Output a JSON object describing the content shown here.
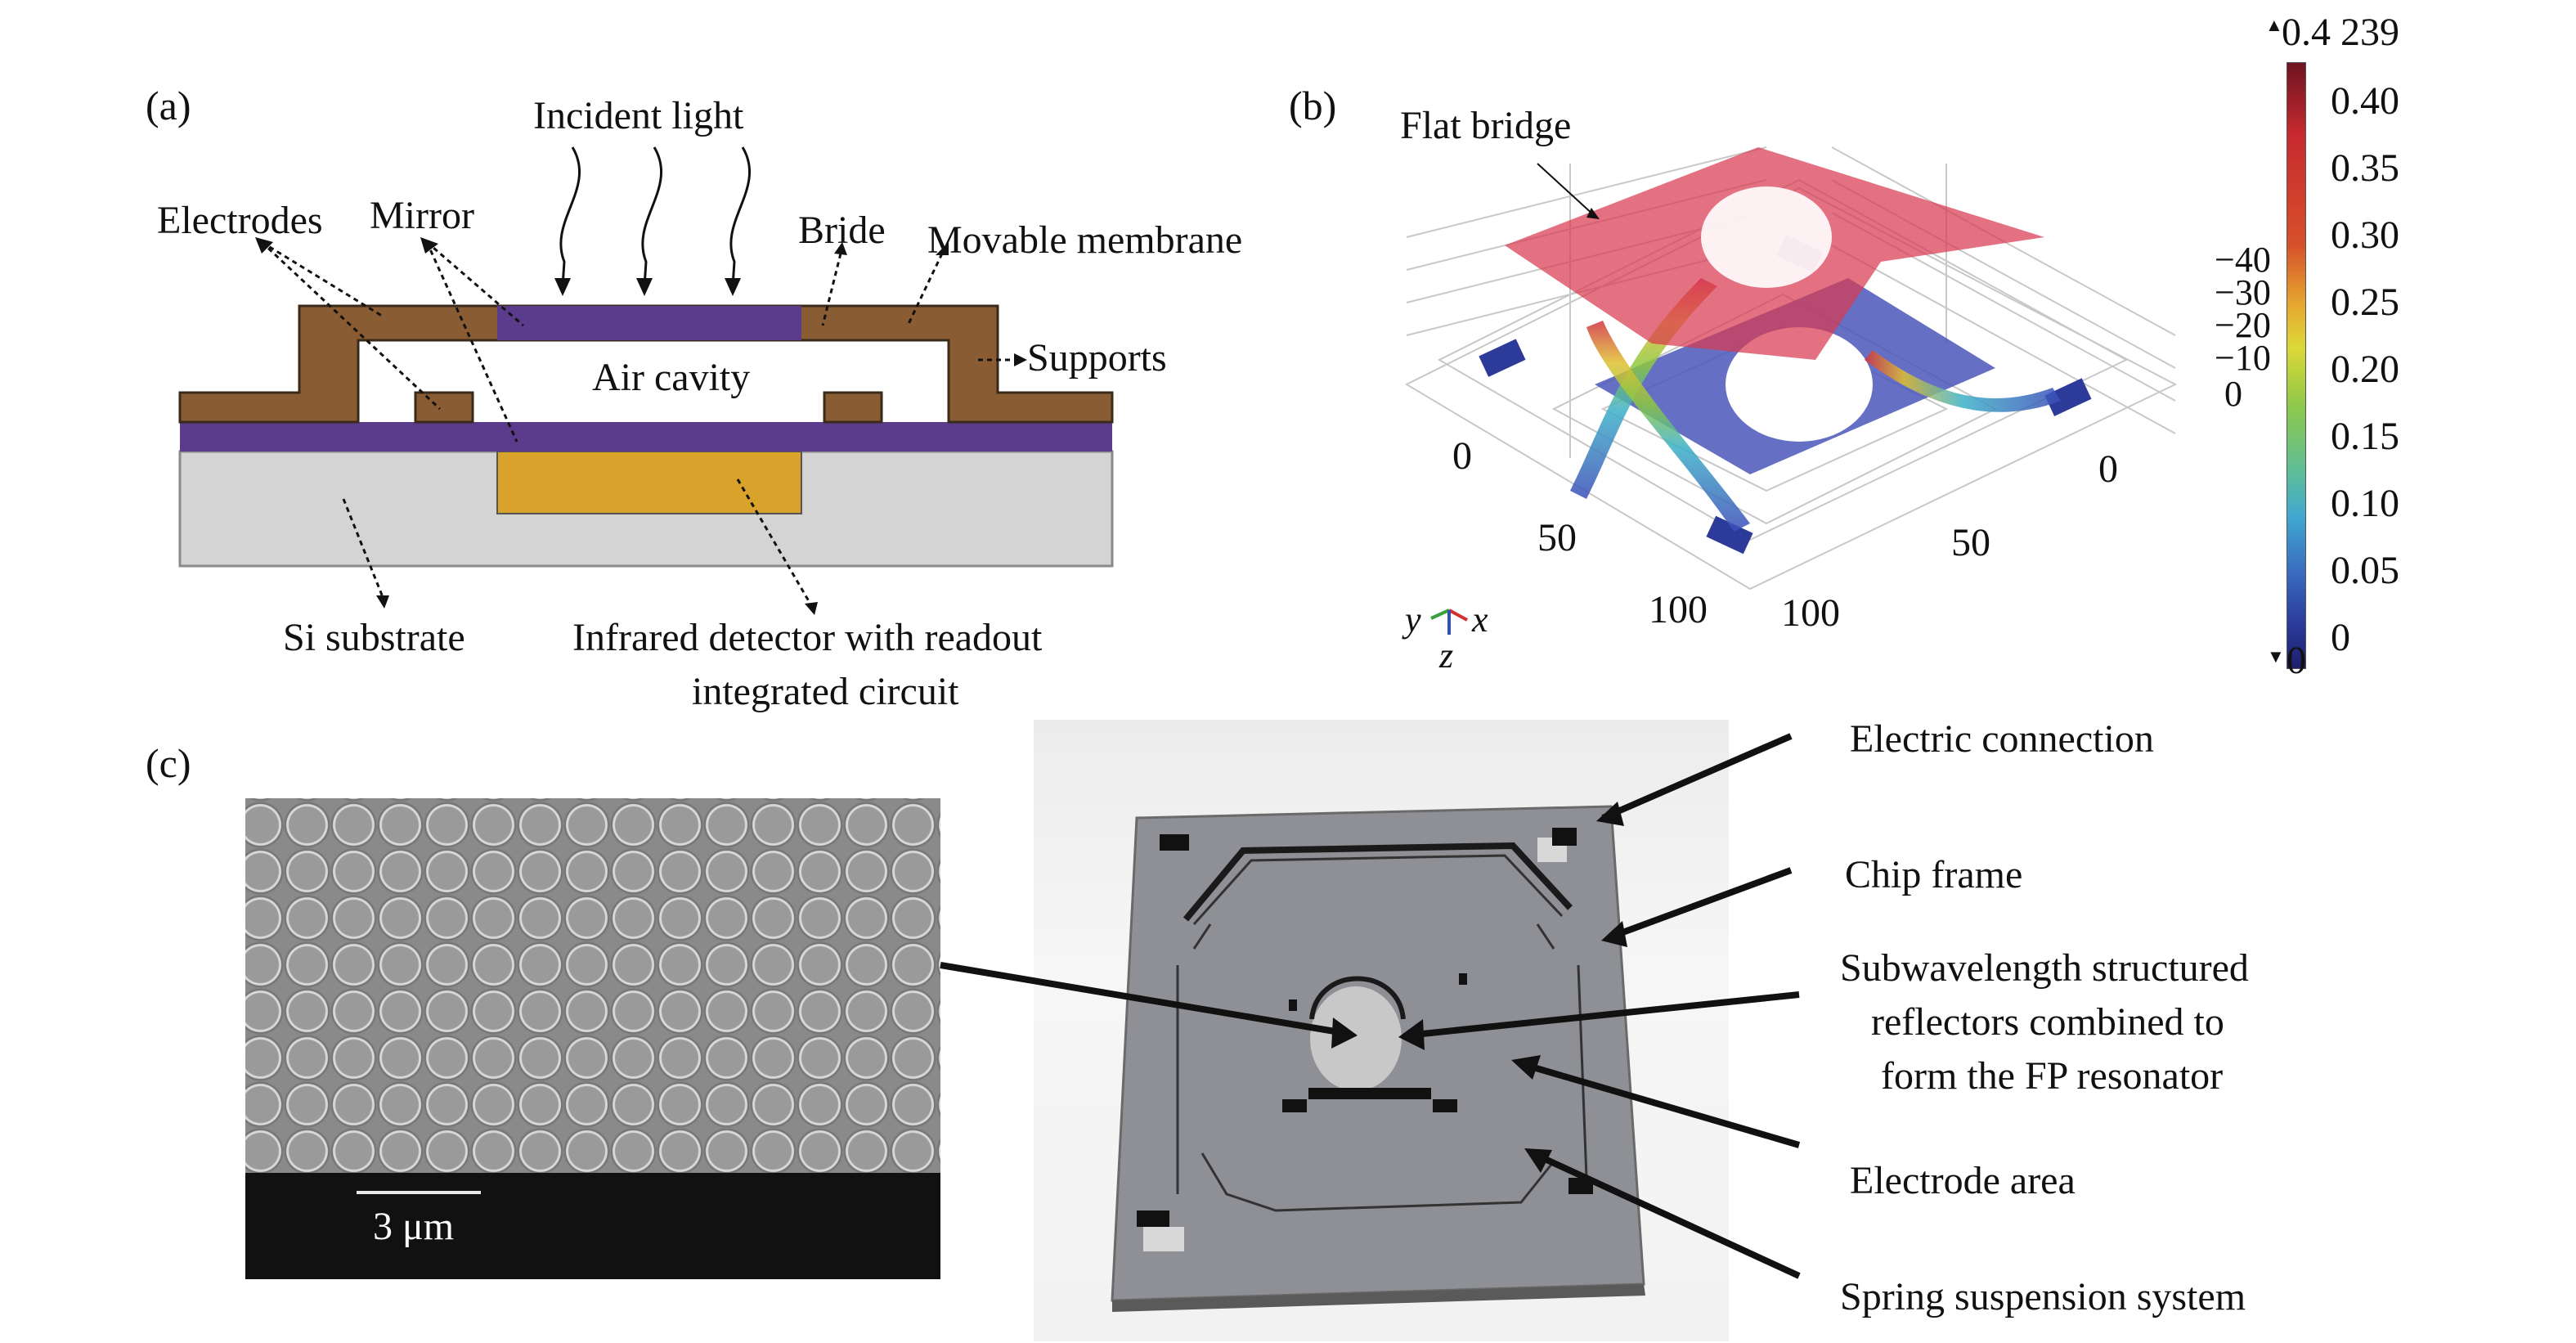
{
  "figure": {
    "panel_a": {
      "tag": "(a)",
      "labels": {
        "incident_light": "Incident light",
        "electrodes": "Electrodes",
        "mirror": "Mirror",
        "bride": "Bride",
        "movable_membrane": "Movable membrane",
        "supports": "Supports",
        "air_cavity": "Air cavity",
        "si_substrate": "Si substrate",
        "detector_line1": "Infrared detector with readout",
        "detector_line2": "integrated circuit"
      },
      "colors": {
        "electrode": "#8a5c33",
        "mirror": "#5b3b8c",
        "detector": "#d9a22a",
        "substrate": "#d4d4d4"
      }
    },
    "panel_b": {
      "tag": "(b)",
      "annotation": "Flat bridge",
      "z_ticks": [
        "−40",
        "−30",
        "−20",
        "−10",
        "0"
      ],
      "x_ticks": [
        "0",
        "50",
        "100"
      ],
      "y_ticks": [
        "0",
        "50",
        "100"
      ],
      "triad": {
        "x": "x",
        "y": "y",
        "z": "z"
      },
      "colorbar": {
        "max_label": "0.4 239",
        "min_label": "0",
        "ticks": [
          "0.40",
          "0.35",
          "0.30",
          "0.25",
          "0.20",
          "0.15",
          "0.10",
          "0.05",
          "0"
        ],
        "max_value": 0.4239,
        "min_value": 0
      }
    },
    "panel_c": {
      "tag": "(c)",
      "scale_bar": "3 μm",
      "labels": {
        "electric_connection": "Electric connection",
        "chip_frame": "Chip frame",
        "reflectors_line1": "Subwavelength structured",
        "reflectors_line2": "reflectors combined to",
        "reflectors_line3": "form the FP resonator",
        "electrode_area": "Electrode area",
        "spring": "Spring suspension system"
      }
    }
  }
}
